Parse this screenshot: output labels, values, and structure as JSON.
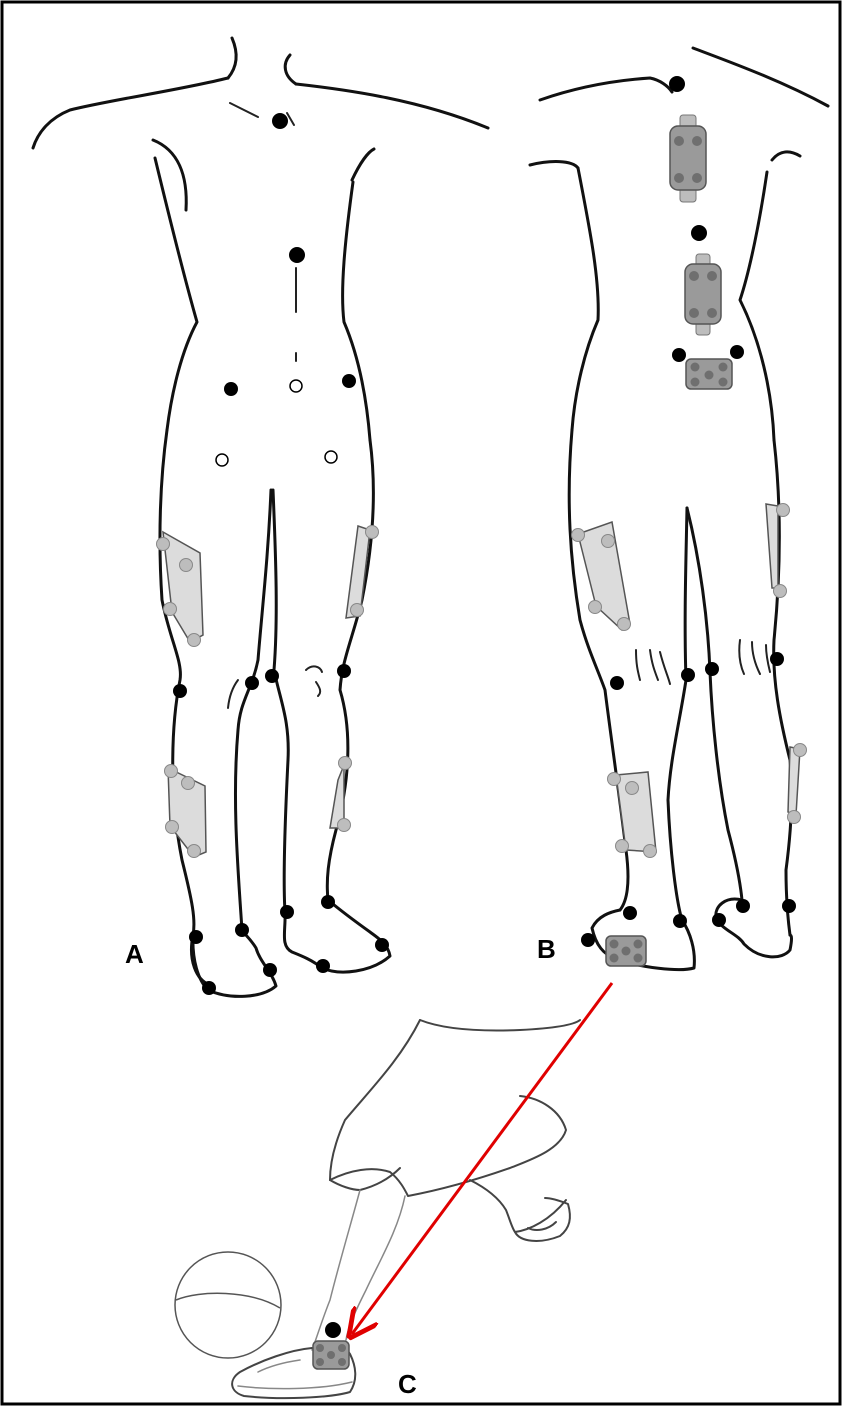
{
  "panels": [
    {
      "id": "A",
      "label": "A"
    },
    {
      "id": "B",
      "label": "B"
    },
    {
      "id": "C",
      "label": "C"
    }
  ],
  "colors": {
    "frame": "#000000",
    "body_outline": "#111111",
    "reflective_marker": "#000000",
    "open_marker_fill": "#ffffff",
    "sensor_fill": "#9a9a9a",
    "sensor_dot": "#6f6f6f",
    "cluster_plate": "#dcdcdc",
    "cluster_marker": "#bdbdbd",
    "arrow": "#e00000"
  }
}
